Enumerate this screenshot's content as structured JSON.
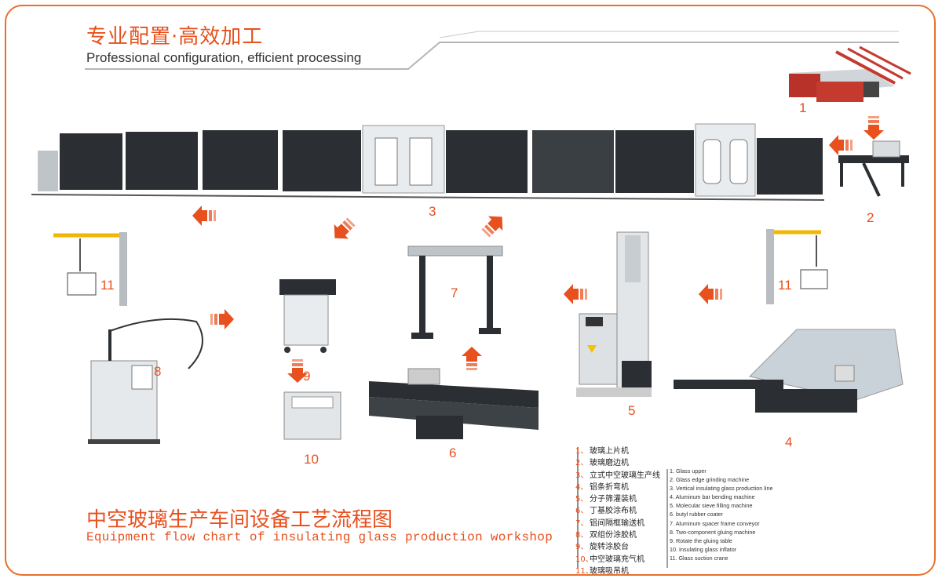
{
  "header": {
    "title_cn": "专业配置·高效加工",
    "title_en": "Professional configuration, efficient processing"
  },
  "footer": {
    "title_cn": "中空玻璃生产车间设备工艺流程图",
    "title_en": "Equipment flow chart of insulating glass production workshop"
  },
  "steps": [
    "1",
    "2",
    "3",
    "4",
    "5",
    "6",
    "7",
    "8",
    "9",
    "10",
    "11",
    "11"
  ],
  "legend": {
    "cn": [
      {
        "num": "1、",
        "label": "玻璃上片机"
      },
      {
        "num": "2、",
        "label": "玻璃磨边机"
      },
      {
        "num": "3、",
        "label": "立式中空玻璃生产线"
      },
      {
        "num": "4、",
        "label": "铝条折弯机"
      },
      {
        "num": "5、",
        "label": "分子筛灌装机"
      },
      {
        "num": "6、",
        "label": "丁基胶涂布机"
      },
      {
        "num": "7、",
        "label": "铝间隔框输送机"
      },
      {
        "num": "8、",
        "label": "双组份涂胶机"
      },
      {
        "num": "9、",
        "label": "旋转涂胶台"
      },
      {
        "num": "10、",
        "label": "中空玻璃充气机"
      },
      {
        "num": "11、",
        "label": "玻璃吸吊机"
      }
    ],
    "en": [
      "1. Glass upper",
      "2. Glass edge grinding machine",
      "3. Vertical insulating glass production line",
      "4. Aluminum bar bending machine",
      "5. Molecular sieve filling machine",
      "6. butyl rubber coater",
      "7. Aluminum spacer frame conveyor",
      "8. Two-component gluing machine",
      "9. Rotate the gluing table",
      "10. Insulating glass inflator",
      "11. Glass suction crane"
    ]
  },
  "colors": {
    "accent": "#e8501e",
    "frame": "#e8702a",
    "machine_dark": "#2b2f33",
    "machine_light": "#e9ecee"
  }
}
